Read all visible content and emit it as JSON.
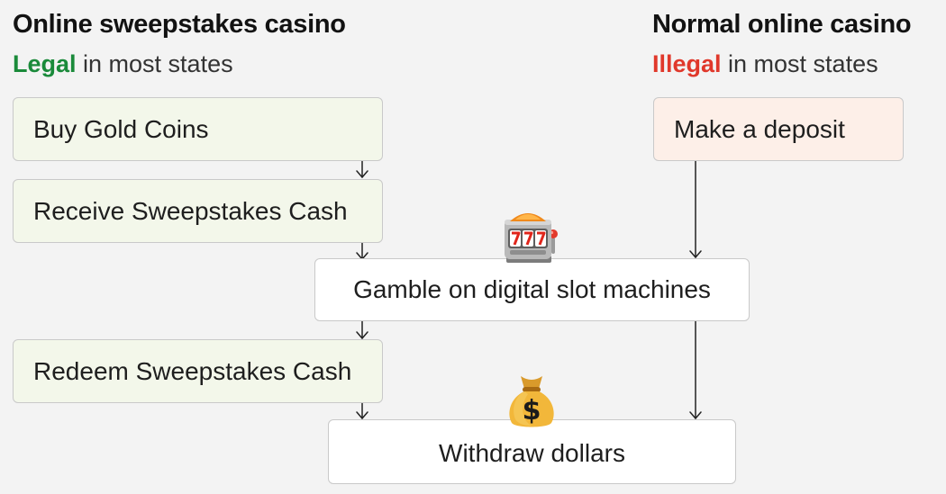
{
  "left_column": {
    "title": "Online sweepstakes casino",
    "status_word": "Legal",
    "status_rest": " in most states",
    "status_color": "#1a8a3a",
    "steps": {
      "buy": "Buy Gold Coins",
      "receive": "Receive Sweepstakes Cash",
      "redeem": "Redeem Sweepstakes Cash"
    }
  },
  "right_column": {
    "title": "Normal online casino",
    "status_word": "Illegal",
    "status_rest": " in most states",
    "status_color": "#e0382b",
    "steps": {
      "deposit": "Make a deposit"
    }
  },
  "shared_steps": {
    "gamble": "Gamble on digital slot machines",
    "withdraw": "Withdraw dollars"
  },
  "icons": {
    "gamble": "slot-machine-icon",
    "withdraw": "money-bag-icon"
  }
}
